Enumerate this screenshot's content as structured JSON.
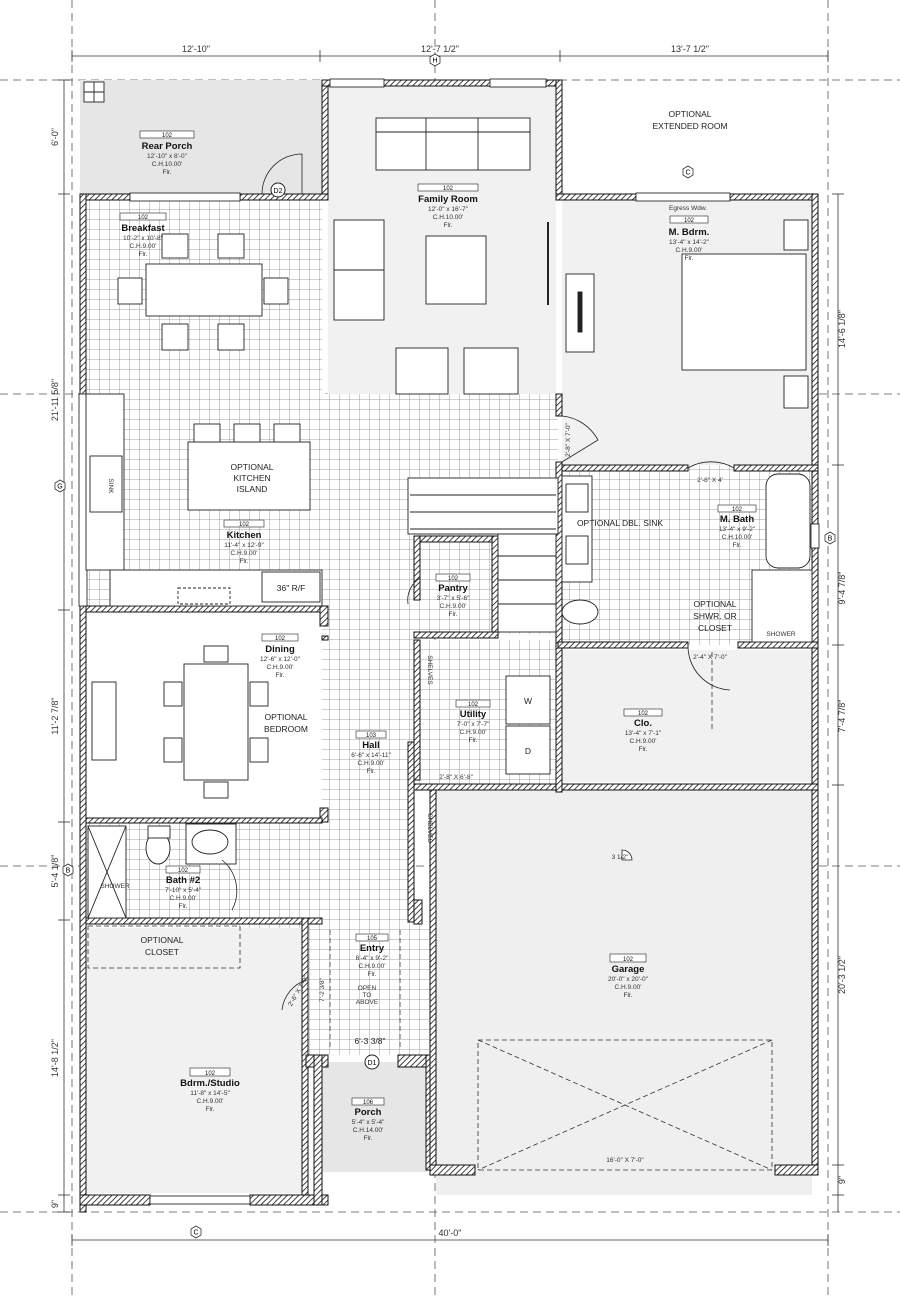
{
  "dimensions": {
    "top": [
      "12'-10\"",
      "12'-7 1/2\"",
      "13'-7 1/2\""
    ],
    "bottom": "40'-0\"",
    "left": [
      "6'-0\"",
      "21'-11 5/8\"",
      "11'-2 7/8\"",
      "5'-4 1/8\"",
      "14'-8 1/2\"",
      "9\""
    ],
    "right": [
      "14'-6 1/8\"",
      "9'-4 7/8\"",
      "7'-4 7/8\"",
      "20'-3 1/2\"",
      "9\""
    ]
  },
  "grid_tags": {
    "top": "H",
    "left": "G",
    "right": "B",
    "left_lower": "B",
    "bottom": "C",
    "porch": "C",
    "ext": "C"
  },
  "rooms": {
    "rear_porch": {
      "tag": "102",
      "name": "Rear Porch",
      "size": "12'-10\" x 8'-0\"",
      "ch": "C.H.10.00'",
      "flr": "Flr."
    },
    "family": {
      "tag": "102",
      "name": "Family Room",
      "size": "12'-0\" x 16'-7\"",
      "ch": "C.H.10.00'",
      "flr": "Flr."
    },
    "breakfast": {
      "tag": "102",
      "name": "Breakfast",
      "size": "10'-2\" x 10'-8\"",
      "ch": "C.H.9.00'",
      "flr": "Flr."
    },
    "master": {
      "tag": "102",
      "name": "M. Bdrm.",
      "size": "13'-4\" x 14'-2\"",
      "ch": "C.H.9.00'",
      "flr": "Flr."
    },
    "kitchen": {
      "tag": "102",
      "name": "Kitchen",
      "size": "11'-4\" x 12'-9\"",
      "ch": "C.H.9.00'",
      "flr": "Flr."
    },
    "mbath": {
      "tag": "102",
      "name": "M. Bath",
      "size": "13'-4\" x 9'-2\"",
      "ch": "C.H.10.00'",
      "flr": "Flr."
    },
    "pantry": {
      "tag": "102",
      "name": "Pantry",
      "size": "3'-7\" x 5'-6\"",
      "ch": "C.H.9.00'",
      "flr": "Flr."
    },
    "dining": {
      "tag": "102",
      "name": "Dining",
      "size": "12'-6\" x 12'-0\"",
      "ch": "C.H.9.00'",
      "flr": "Flr."
    },
    "utility": {
      "tag": "102",
      "name": "Utility",
      "size": "7'-0\" x 7'-7\"",
      "ch": "C.H.9.00'",
      "flr": "Flr."
    },
    "hall": {
      "tag": "103",
      "name": "Hall",
      "size": "6'-6\" x 14'-11\"",
      "ch": "C.H.9.00'",
      "flr": "Flr."
    },
    "clo": {
      "tag": "102",
      "name": "Clo.",
      "size": "13'-4\" x 7'-1\"",
      "ch": "C.H.9.00'",
      "flr": "Flr."
    },
    "bath2": {
      "tag": "102",
      "name": "Bath #2",
      "size": "7'-10\" x 5'-4\"",
      "ch": "C.H.9.00'",
      "flr": "Flr."
    },
    "entry": {
      "tag": "105",
      "name": "Entry",
      "size": "6'-4\" x 9'-2\"",
      "ch": "C.H.9.00'",
      "flr": "Flr."
    },
    "garage": {
      "tag": "102",
      "name": "Garage",
      "size": "20'-0\" x 20'-0\"",
      "ch": "C.H.9.00'",
      "flr": "Flr."
    },
    "bdrm": {
      "tag": "102",
      "name": "Bdrm./Studio",
      "size": "11'-8\" x 14'-5\"",
      "ch": "C.H.9.00'",
      "flr": "Flr."
    },
    "porch": {
      "tag": "106",
      "name": "Porch",
      "size": "5'-4\" x 5'-4\"",
      "ch": "C.H.14.00'",
      "flr": "Flr."
    }
  },
  "notes": {
    "ext_room_1": "OPTIONAL",
    "ext_room_2": "EXTENDED ROOM",
    "egress": "Egress Wdw.",
    "island_1": "OPTIONAL",
    "island_2": "KITCHEN",
    "island_3": "ISLAND",
    "rf": "36\" R/F",
    "sink": "SINK",
    "dbl_sink": "OPTIONAL DBL. SINK",
    "shwr_1": "OPTIONAL",
    "shwr_2": "SHWR. OR",
    "shwr_3": "CLOSET",
    "shower": "SHOWER",
    "shower2": "SHOWER",
    "opt_bed_1": "OPTIONAL",
    "opt_bed_2": "BEDROOM",
    "opt_closet_1": "OPTIONAL",
    "opt_closet_2": "CLOSET",
    "shelves_1": "SHELVES",
    "shelves_2": "SHELVES",
    "washer": "W",
    "dryer": "D",
    "open_1": "OPEN",
    "open_2": "TO",
    "open_3": "ABOVE",
    "garage_door": "16'-0\" X 7'-0\"",
    "step": "3 1/2\"",
    "entry_dim": "6'-3 3/8\"",
    "door_d1": "D1",
    "door_d2": "D2",
    "door_1": "2'-8\" X 7'-0\"",
    "door_2": "2'-8\" X 4'",
    "door_3": "2'-4\" X 7'-0\"",
    "door_4": "2'-8\" X 6'-8\"",
    "door_5": "2'-6\" X 7'-0\"",
    "door_6": "7'-2 3/8\""
  }
}
